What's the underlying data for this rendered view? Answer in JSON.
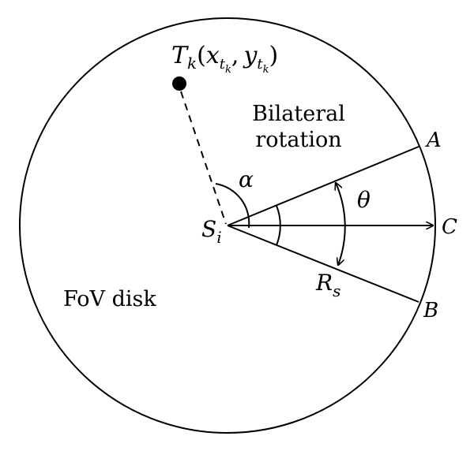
{
  "labels": {
    "target": {
      "base": "T",
      "sub": "k",
      "open": "(",
      "x": "x",
      "xsub": "t",
      "xsubsub": "k",
      "comma": ",",
      "y": "y",
      "ysub": "t",
      "ysubsub": "k",
      "close": ")"
    },
    "bilateral_line1": "Bilateral",
    "bilateral_line2": "rotation",
    "point_a": "A",
    "point_b": "B",
    "point_c": "C",
    "alpha": "α",
    "theta": "θ",
    "sensor": {
      "base": "S",
      "sub": "i"
    },
    "radius": {
      "base": "R",
      "sub": "s"
    },
    "fov": "FoV disk"
  }
}
